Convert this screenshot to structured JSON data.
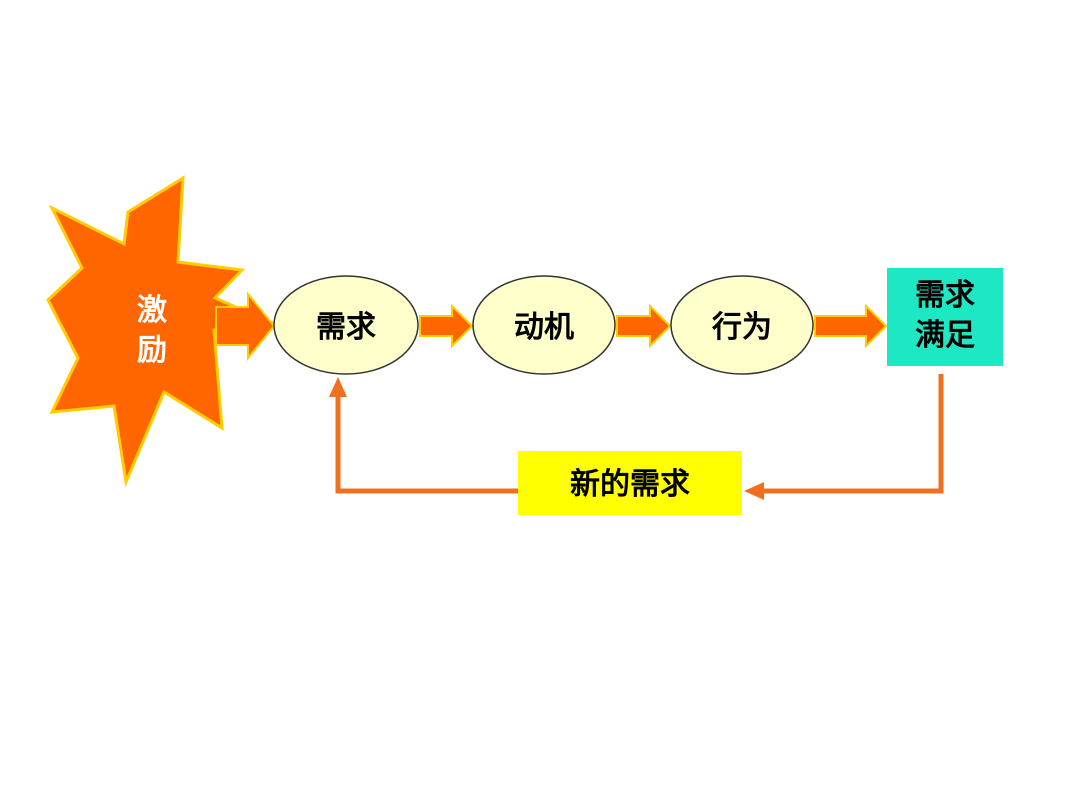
{
  "diagram": {
    "starburst": {
      "label_line1": "激",
      "label_line2": "励"
    },
    "nodes": {
      "need": "需求",
      "motive": "动机",
      "behavior": "行为",
      "satisfied_line1": "需求",
      "satisfied_line2": "满足",
      "new_need": "新的需求"
    },
    "colors": {
      "starburst_fill": "#ff6600",
      "starburst_outline": "#ffcc00",
      "starburst_text": "#ffffff",
      "ellipse_fill": "#ffffcc",
      "arrow_fill": "#ff6600",
      "arrow_outline": "#ffcc00",
      "satisfied_fill": "#1ee8c4",
      "new_need_fill": "#ffff00",
      "feedback_line": "#f07020",
      "text": "#000000"
    }
  }
}
